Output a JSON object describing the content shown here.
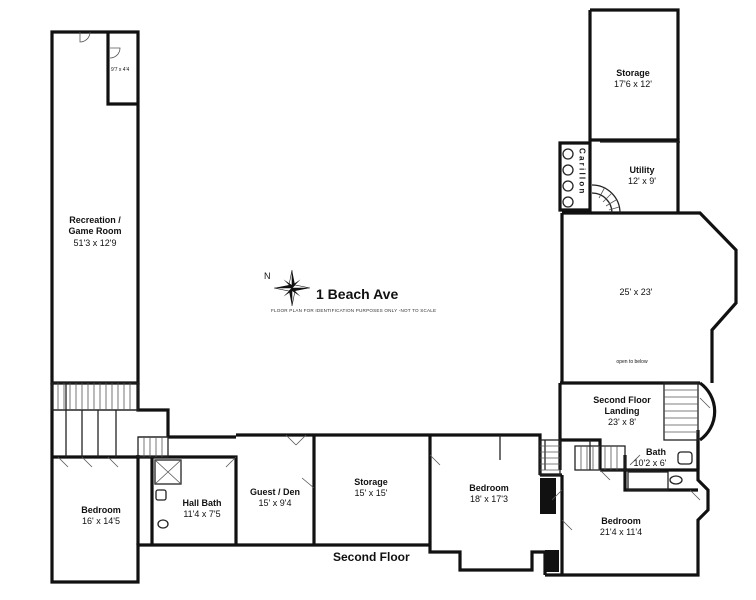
{
  "plan": {
    "address": "1 Beach Ave",
    "disclaimer": "FLOOR PLAN FOR IDENTIFICATION PURPOSES ONLY -NOT TO SCALE",
    "floor_label": "Second Floor",
    "compass_label": "N",
    "carillon_label": "C a r i l l o n"
  },
  "rooms": {
    "closet": {
      "dim": "9'7 x 4'4"
    },
    "recreation": {
      "name1": "Recreation /",
      "name2": "Game Room",
      "dim": "51'3 x 12'9"
    },
    "storage_top": {
      "name": "Storage",
      "dim": "17'6 x 12'"
    },
    "utility": {
      "name": "Utility",
      "dim": "12' x 9'"
    },
    "open_room": {
      "dim": "25' x 23'",
      "note": "open to below"
    },
    "landing": {
      "name1": "Second Floor",
      "name2": "Landing",
      "dim": "23' x 8'"
    },
    "bath": {
      "name": "Bath",
      "dim": "10'2 x 6'"
    },
    "bedroom_sw": {
      "name": "Bedroom",
      "dim": "16' x 14'5"
    },
    "hall_bath": {
      "name": "Hall Bath",
      "dim": "11'4 x 7'5"
    },
    "guest_den": {
      "name": "Guest / Den",
      "dim": "15' x 9'4"
    },
    "storage_mid": {
      "name": "Storage",
      "dim": "15' x 15'"
    },
    "bedroom_mid": {
      "name": "Bedroom",
      "dim": "18' x 17'3"
    },
    "bedroom_se": {
      "name": "Bedroom",
      "dim": "21'4 x 11'4"
    }
  }
}
